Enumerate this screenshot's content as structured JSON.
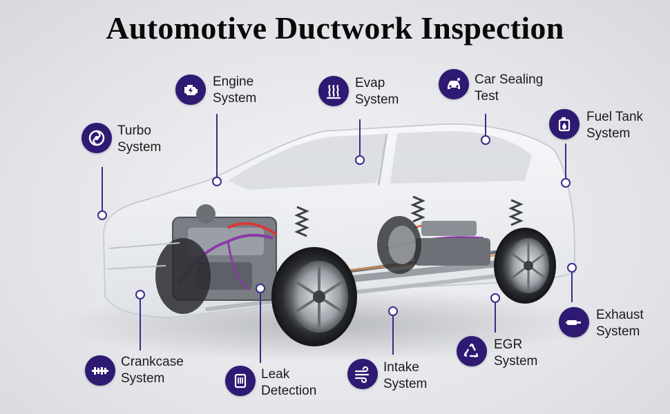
{
  "title": "Automotive Ductwork Inspection",
  "accent_color": "#2e1a73",
  "systems": [
    {
      "id": "turbo",
      "line1": "Turbo",
      "line2": "System",
      "icon": "turbo-icon"
    },
    {
      "id": "engine",
      "line1": "Engine",
      "line2": "System",
      "icon": "engine-check-icon"
    },
    {
      "id": "evap",
      "line1": "Evap",
      "line2": "System",
      "icon": "evap-heat-icon"
    },
    {
      "id": "car-sealing",
      "line1": "Car Sealing",
      "line2": "Test",
      "icon": "car-icon"
    },
    {
      "id": "fuel-tank",
      "line1": "Fuel Tank",
      "line2": "System",
      "icon": "fuel-tank-icon"
    },
    {
      "id": "exhaust",
      "line1": "Exhaust",
      "line2": "System",
      "icon": "exhaust-pipe-icon"
    },
    {
      "id": "egr",
      "line1": "EGR",
      "line2": "System",
      "icon": "recycle-icon"
    },
    {
      "id": "intake",
      "line1": "Intake",
      "line2": "System",
      "icon": "airflow-icon"
    },
    {
      "id": "leak",
      "line1": "Leak",
      "line2": "Detection",
      "icon": "leak-detector-icon"
    },
    {
      "id": "crankcase",
      "line1": "Crankcase",
      "line2": "System",
      "icon": "crankshaft-icon"
    }
  ]
}
